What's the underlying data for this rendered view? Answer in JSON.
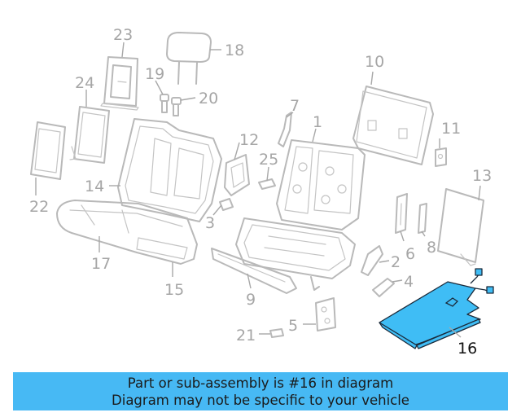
{
  "labels": {
    "p1": "1",
    "p2": "2",
    "p3": "3",
    "p4": "4",
    "p5": "5",
    "p6": "6",
    "p7": "7",
    "p8": "8",
    "p9": "9",
    "p10": "10",
    "p11": "11",
    "p12": "12",
    "p13": "13",
    "p14": "14",
    "p15": "15",
    "p16": "16",
    "p17": "17",
    "p18": "18",
    "p19": "19",
    "p20": "20",
    "p21": "21",
    "p22": "22",
    "p23": "23",
    "p24": "24",
    "p25": "25"
  },
  "highlighted_part": "16",
  "colors": {
    "highlight": "#3fbdf5",
    "banner": "#47b9f4",
    "part_line": "#b9b9b9"
  },
  "banner": {
    "line1": "Part or sub-assembly is #16 in diagram",
    "line2": "Diagram may not be specific to your vehicle"
  }
}
